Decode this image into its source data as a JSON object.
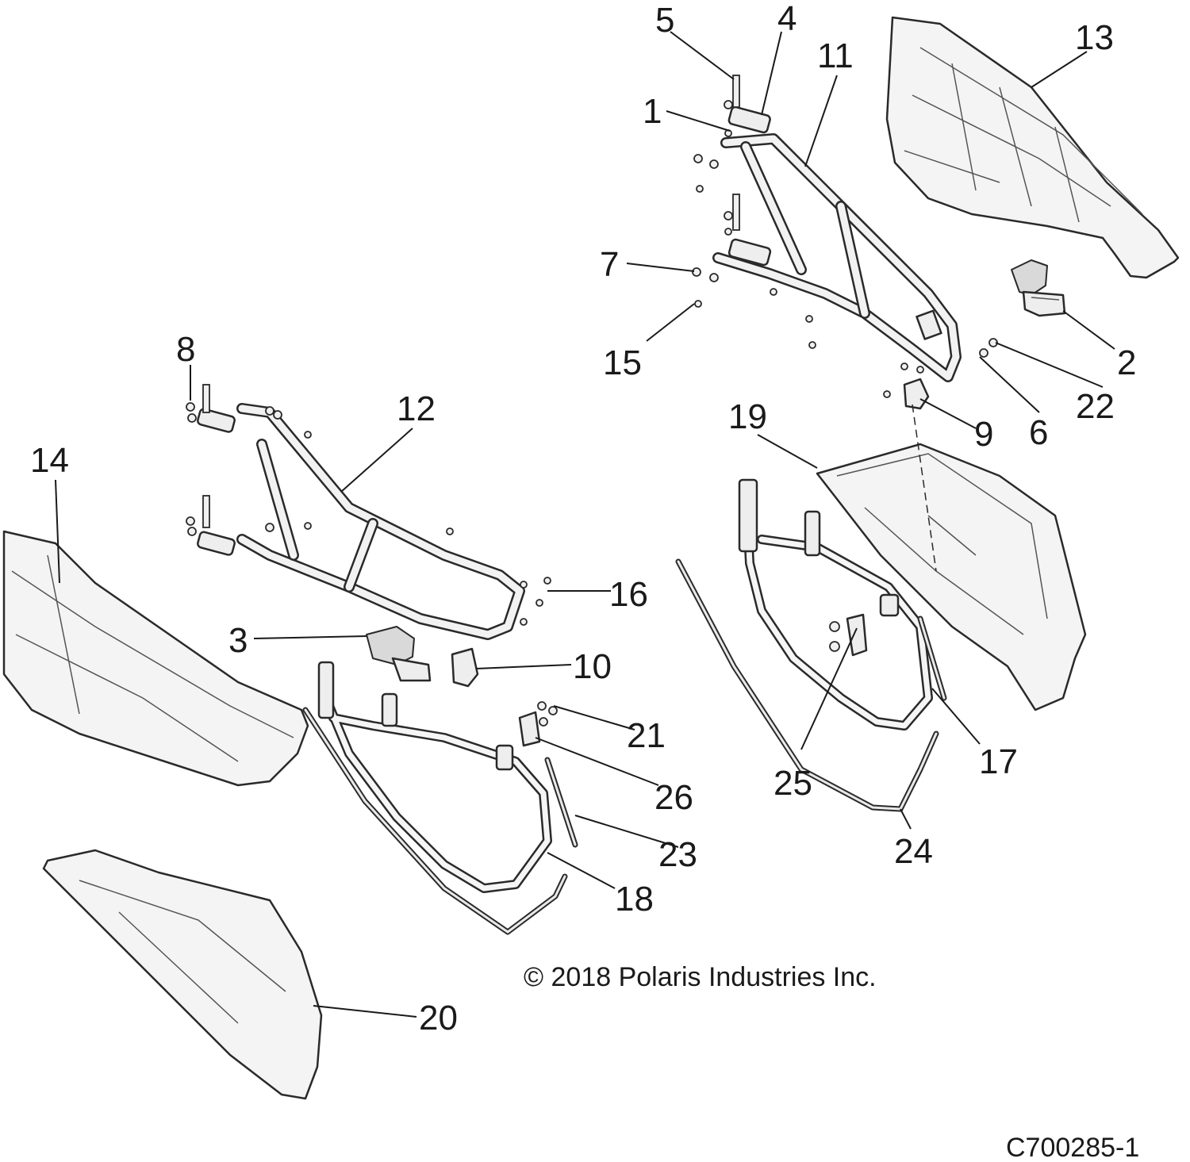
{
  "diagram": {
    "callouts": {
      "c1": "1",
      "c2": "2",
      "c3": "3",
      "c4": "4",
      "c5": "5",
      "c6": "6",
      "c7": "7",
      "c8": "8",
      "c9": "9",
      "c10": "10",
      "c11": "11",
      "c12": "12",
      "c13": "13",
      "c14": "14",
      "c15": "15",
      "c16": "16",
      "c17": "17",
      "c18": "18",
      "c19": "19",
      "c20": "20",
      "c21": "21",
      "c22": "22",
      "c23": "23",
      "c24": "24",
      "c25": "25",
      "c26": "26"
    },
    "copyright": "© 2018 Polaris Industries Inc.",
    "figure_code": "C700285-1"
  }
}
